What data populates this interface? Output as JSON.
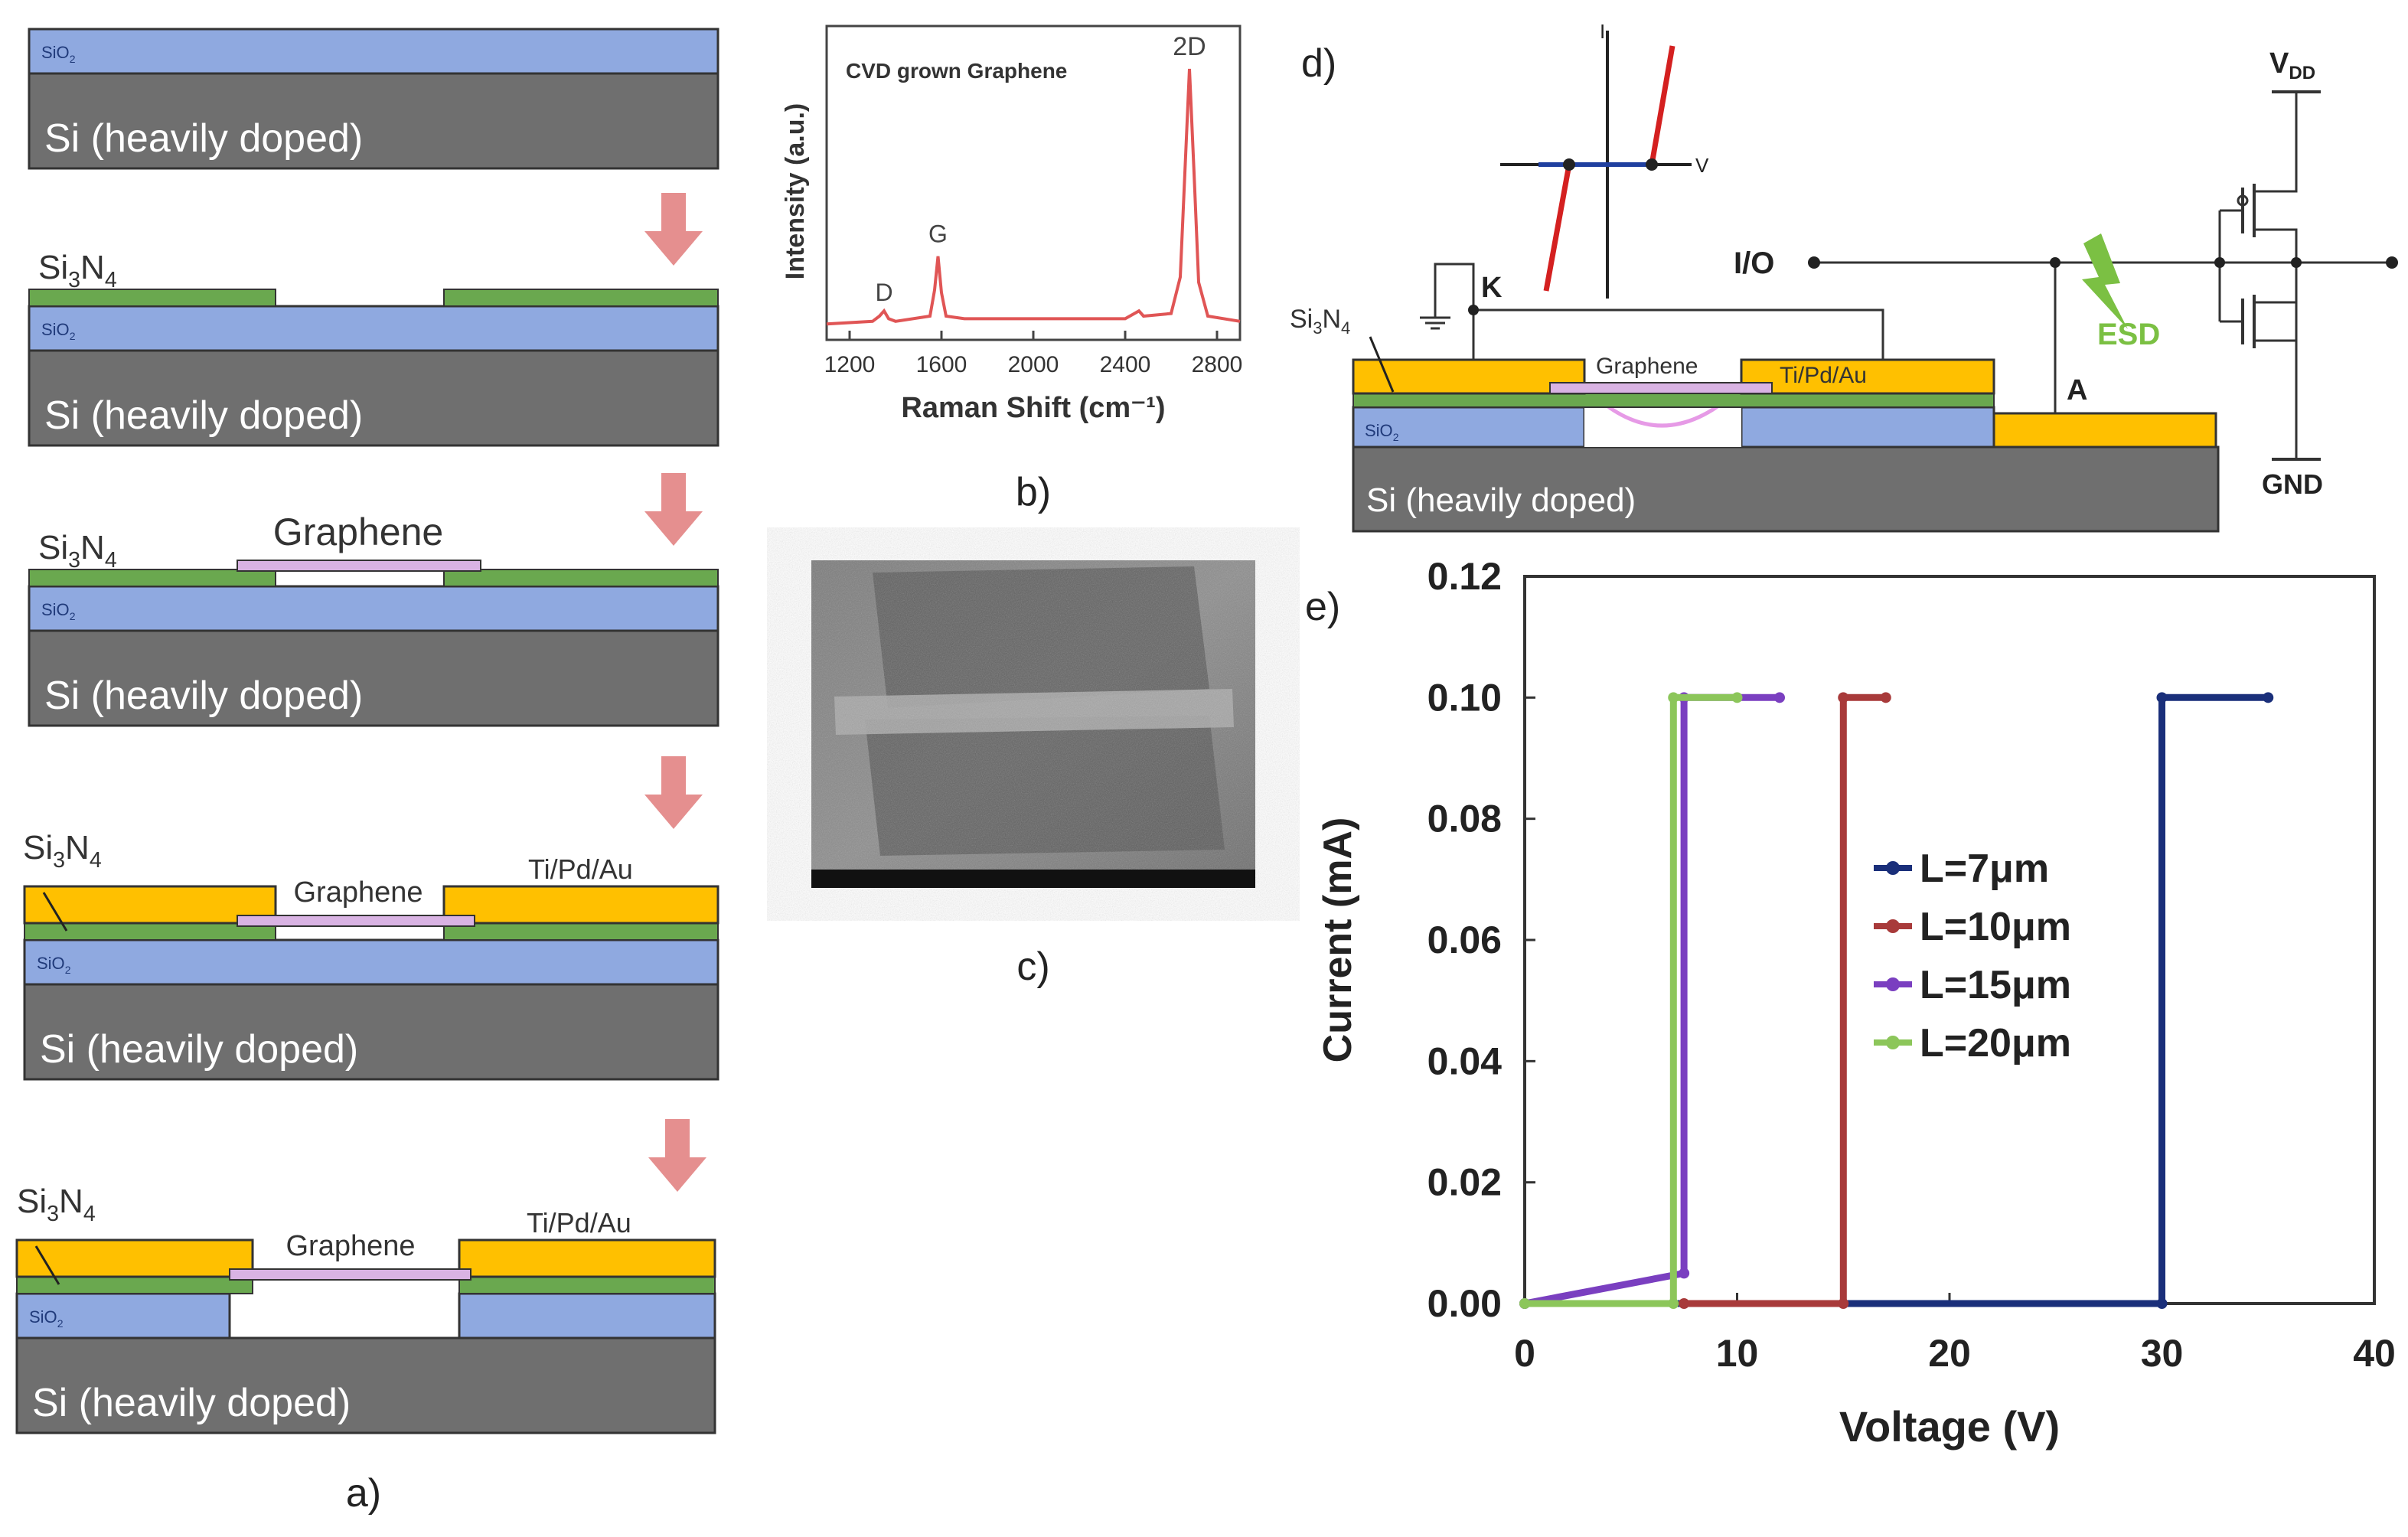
{
  "colors": {
    "si": "#6f6f6f",
    "sio2": "#8fa9e0",
    "si3n4": "#6aa84f",
    "metal": "#ffc000",
    "graphene": "#d9b3e3",
    "arrow": "#e58f8f",
    "raman": "#e05555",
    "iv": "#d42020",
    "esd": "#7bc043",
    "s7": "#1a2f7a",
    "s10": "#a83a3a",
    "s15": "#7a3fc0",
    "s20": "#8cc65a"
  },
  "panel_a": {
    "label": "a)",
    "si_text": "Si (heavily doped)",
    "sio2_text": "SiO",
    "sio2_sub": "2",
    "si3n4_main": "Si",
    "si3n4_sub1": "3",
    "si3n4_mid": "N",
    "si3n4_sub2": "4",
    "graphene_text": "Graphene",
    "metal_text": "Ti/Pd/Au"
  },
  "panel_b": {
    "label": "b)",
    "title": "CVD grown Graphene",
    "peak_d": "D",
    "peak_g": "G",
    "peak_2d": "2D"
  },
  "panel_c": {
    "label": "c)"
  },
  "panel_d": {
    "label": "d)",
    "k_label": "K",
    "a_label": "A",
    "io_label": "I/O",
    "vdd_main": "V",
    "vdd_sub": "DD",
    "gnd_label": "GND",
    "esd_label": "ESD",
    "graphene_text": "Graphene",
    "metal_text": "Ti/Pd/Au",
    "si_text": "Si (heavily doped)",
    "iv_i": "I",
    "iv_v": "V"
  },
  "panel_e": {
    "label": "e)"
  },
  "chart_data": [
    {
      "type": "line",
      "title": "",
      "xlabel": "Raman Shift (cm⁻¹)",
      "ylabel": "Intensity (a.u.)",
      "xlim": [
        1100,
        2900
      ],
      "x_ticks": [
        "1200",
        "1600",
        "2000",
        "2400",
        "2800"
      ],
      "annotation": "CVD grown Graphene",
      "peaks": [
        {
          "name": "D",
          "x": 1350,
          "rel_intensity": 0.05
        },
        {
          "name": "G",
          "x": 1585,
          "rel_intensity": 0.26
        },
        {
          "name": "2D",
          "x": 2680,
          "rel_intensity": 1.0
        }
      ],
      "series": [
        {
          "x": [
            1100,
            1300,
            1330,
            1350,
            1370,
            1400,
            1550,
            1570,
            1585,
            1600,
            1620,
            1700,
            2400,
            2440,
            2460,
            2480,
            2600,
            2640,
            2660,
            2680,
            2700,
            2720,
            2760,
            2900
          ],
          "y": [
            0.02,
            0.03,
            0.05,
            0.07,
            0.04,
            0.03,
            0.05,
            0.15,
            0.28,
            0.14,
            0.05,
            0.04,
            0.04,
            0.06,
            0.07,
            0.05,
            0.06,
            0.2,
            0.6,
            1.0,
            0.6,
            0.18,
            0.05,
            0.03
          ]
        }
      ]
    },
    {
      "type": "line",
      "title": "",
      "xlabel": "Voltage (V)",
      "ylabel": "Current (mA)",
      "xlim": [
        0,
        40
      ],
      "ylim": [
        0,
        0.12
      ],
      "x_ticks": [
        "0",
        "10",
        "20",
        "30",
        "40"
      ],
      "y_ticks": [
        "0.00",
        "0.02",
        "0.04",
        "0.06",
        "0.08",
        "0.10",
        "0.12"
      ],
      "legend_position": "center-right",
      "series": [
        {
          "name": "L=7μm",
          "x": [
            0,
            30,
            30,
            35
          ],
          "y": [
            0,
            0,
            0.1,
            0.1
          ]
        },
        {
          "name": "L=10μm",
          "x": [
            7.5,
            15,
            15,
            17
          ],
          "y": [
            0,
            0,
            0.1,
            0.1
          ]
        },
        {
          "name": "L=15μm",
          "x": [
            0,
            7.5,
            7.5,
            12
          ],
          "y": [
            0,
            0.005,
            0.1,
            0.1
          ]
        },
        {
          "name": "L=20μm",
          "x": [
            0,
            7,
            7,
            10
          ],
          "y": [
            0,
            0,
            0.1,
            0.1
          ]
        }
      ]
    }
  ]
}
